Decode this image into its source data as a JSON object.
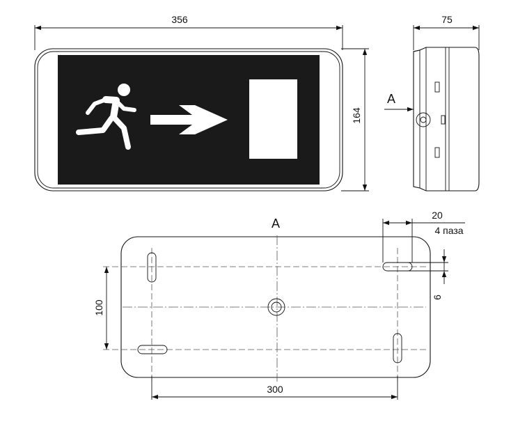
{
  "front_view": {
    "width_dim": "356",
    "height_dim": "164"
  },
  "side_view": {
    "depth_dim": "75",
    "view_marker": "A"
  },
  "rear_view": {
    "view_label": "A",
    "hole_spacing_h": "300",
    "hole_spacing_v": "100",
    "slot_length": "20",
    "slot_count": "4 паза",
    "slot_width": "6"
  },
  "sign": {
    "icon": "running-man-icon",
    "arrow": "arrow-right-icon",
    "door": "door-icon",
    "background_color": "#1a1a1a",
    "symbol_color": "#ffffff"
  }
}
